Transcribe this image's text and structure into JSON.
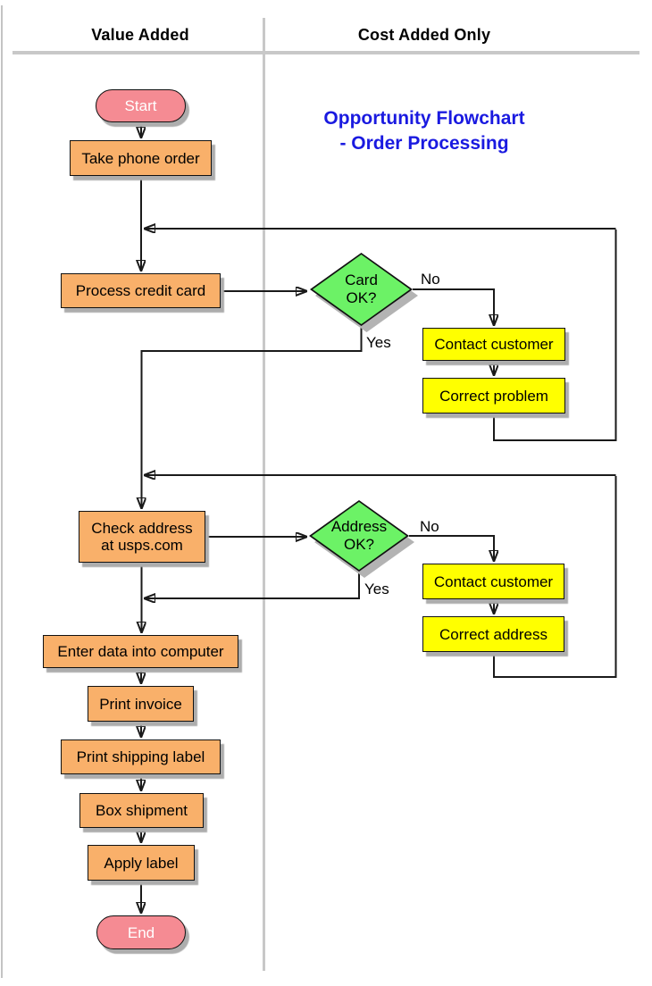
{
  "header": {
    "left_column": "Value Added",
    "right_column": "Cost Added Only"
  },
  "title": {
    "line1": "Opportunity Flowchart",
    "line2": "- Order Processing"
  },
  "nodes": {
    "start": "Start",
    "take_phone_order": "Take phone order",
    "process_credit_card": "Process credit card",
    "card_ok": {
      "line1": "Card",
      "line2": "OK?"
    },
    "contact_customer_1": "Contact customer",
    "correct_problem": "Correct problem",
    "check_address": {
      "line1": "Check address",
      "line2": "at usps.com"
    },
    "address_ok": {
      "line1": "Address",
      "line2": "OK?"
    },
    "contact_customer_2": "Contact customer",
    "correct_address": "Correct address",
    "enter_data": "Enter data into computer",
    "print_invoice": "Print invoice",
    "print_shipping_label": "Print shipping label",
    "box_shipment": "Box shipment",
    "apply_label": "Apply label",
    "end": "End"
  },
  "edge_labels": {
    "card_no": "No",
    "card_yes": "Yes",
    "address_no": "No",
    "address_yes": "Yes"
  },
  "colors": {
    "process_fill": "#F9B06A",
    "decision_fill": "#6CF266",
    "cost_only_fill": "#FFFF00",
    "terminator_fill": "#F58B93",
    "title_text": "#1A1AE0",
    "divider_gray": "#C8C8C8"
  }
}
